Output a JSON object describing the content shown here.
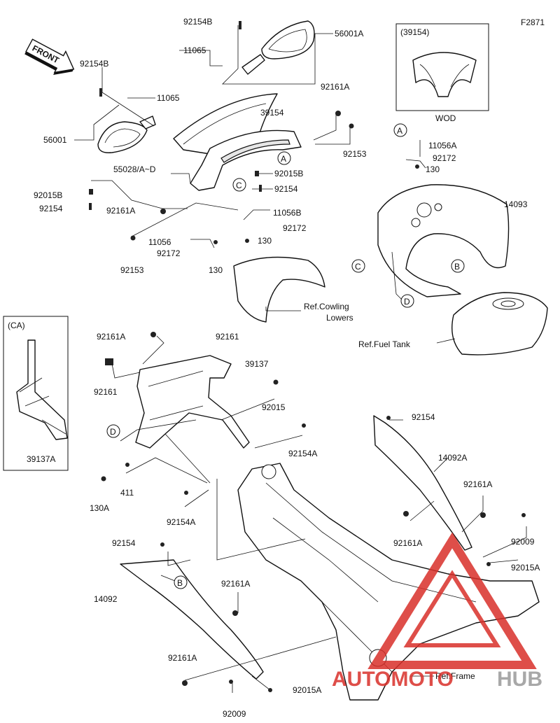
{
  "figure_id": "F2871",
  "front_label": "FRONT",
  "inset_wod": {
    "code": "(39154)",
    "caption": "WOD"
  },
  "inset_ca": {
    "code": "(CA)",
    "part": "39137A"
  },
  "refs": {
    "cowling_lowers_1": "Ref.Cowling",
    "cowling_lowers_2": "Lowers",
    "fuel_tank": "Ref.Fuel Tank",
    "frame": "Ref.Frame"
  },
  "callouts": [
    "A",
    "B",
    "C",
    "D"
  ],
  "labels": {
    "mirror_top_bolt": "92154B",
    "mirror_top_part": "56001A",
    "mirror_top_grommet": "11065",
    "left_bolt": "92154B",
    "left_grommet": "11065",
    "windshield": "39154",
    "left_mirror": "56001",
    "bracket": "55028/A~D",
    "rt_92161A": "92161A",
    "rt_92153": "92153",
    "r_92015B": "92015B",
    "r_92154": "92154",
    "l_92015B": "92015B",
    "l_92154": "92154",
    "l_92161A": "92161A",
    "b_11056B": "11056B",
    "b_92172": "92172",
    "l_11056": "11056",
    "l_92172": "92172",
    "c_130": "130",
    "c_130b": "130",
    "l_92153": "92153",
    "t_11056A": "11056A",
    "t_92172": "92172",
    "t_130": "130",
    "tank_cover": "14093",
    "stay_92161A": "92161A",
    "stay_92161": "92161",
    "stay_39137": "39137",
    "stay_l_92161": "92161",
    "stay_92015": "92015",
    "stay_92154A": "92154A",
    "stay_411": "411",
    "stay_130A": "130A",
    "stay_92154A_b": "92154A",
    "rp_92154": "92154",
    "rp_14092A": "14092A",
    "rp_92161A": "92161A",
    "rp_92161A_b": "92161A",
    "rp_92009": "92009",
    "rp_92015A": "92015A",
    "lp_92154": "92154",
    "lp_14092": "14092",
    "lp_92161A": "92161A",
    "lp_92161A_b": "92161A",
    "lp_92009": "92009",
    "lp_92015A": "92015A"
  },
  "watermark": {
    "word1": "AUTOMOTO",
    "word2": "HUB",
    "color_red": "#d9302a",
    "color_gray": "#9a9a9a"
  }
}
